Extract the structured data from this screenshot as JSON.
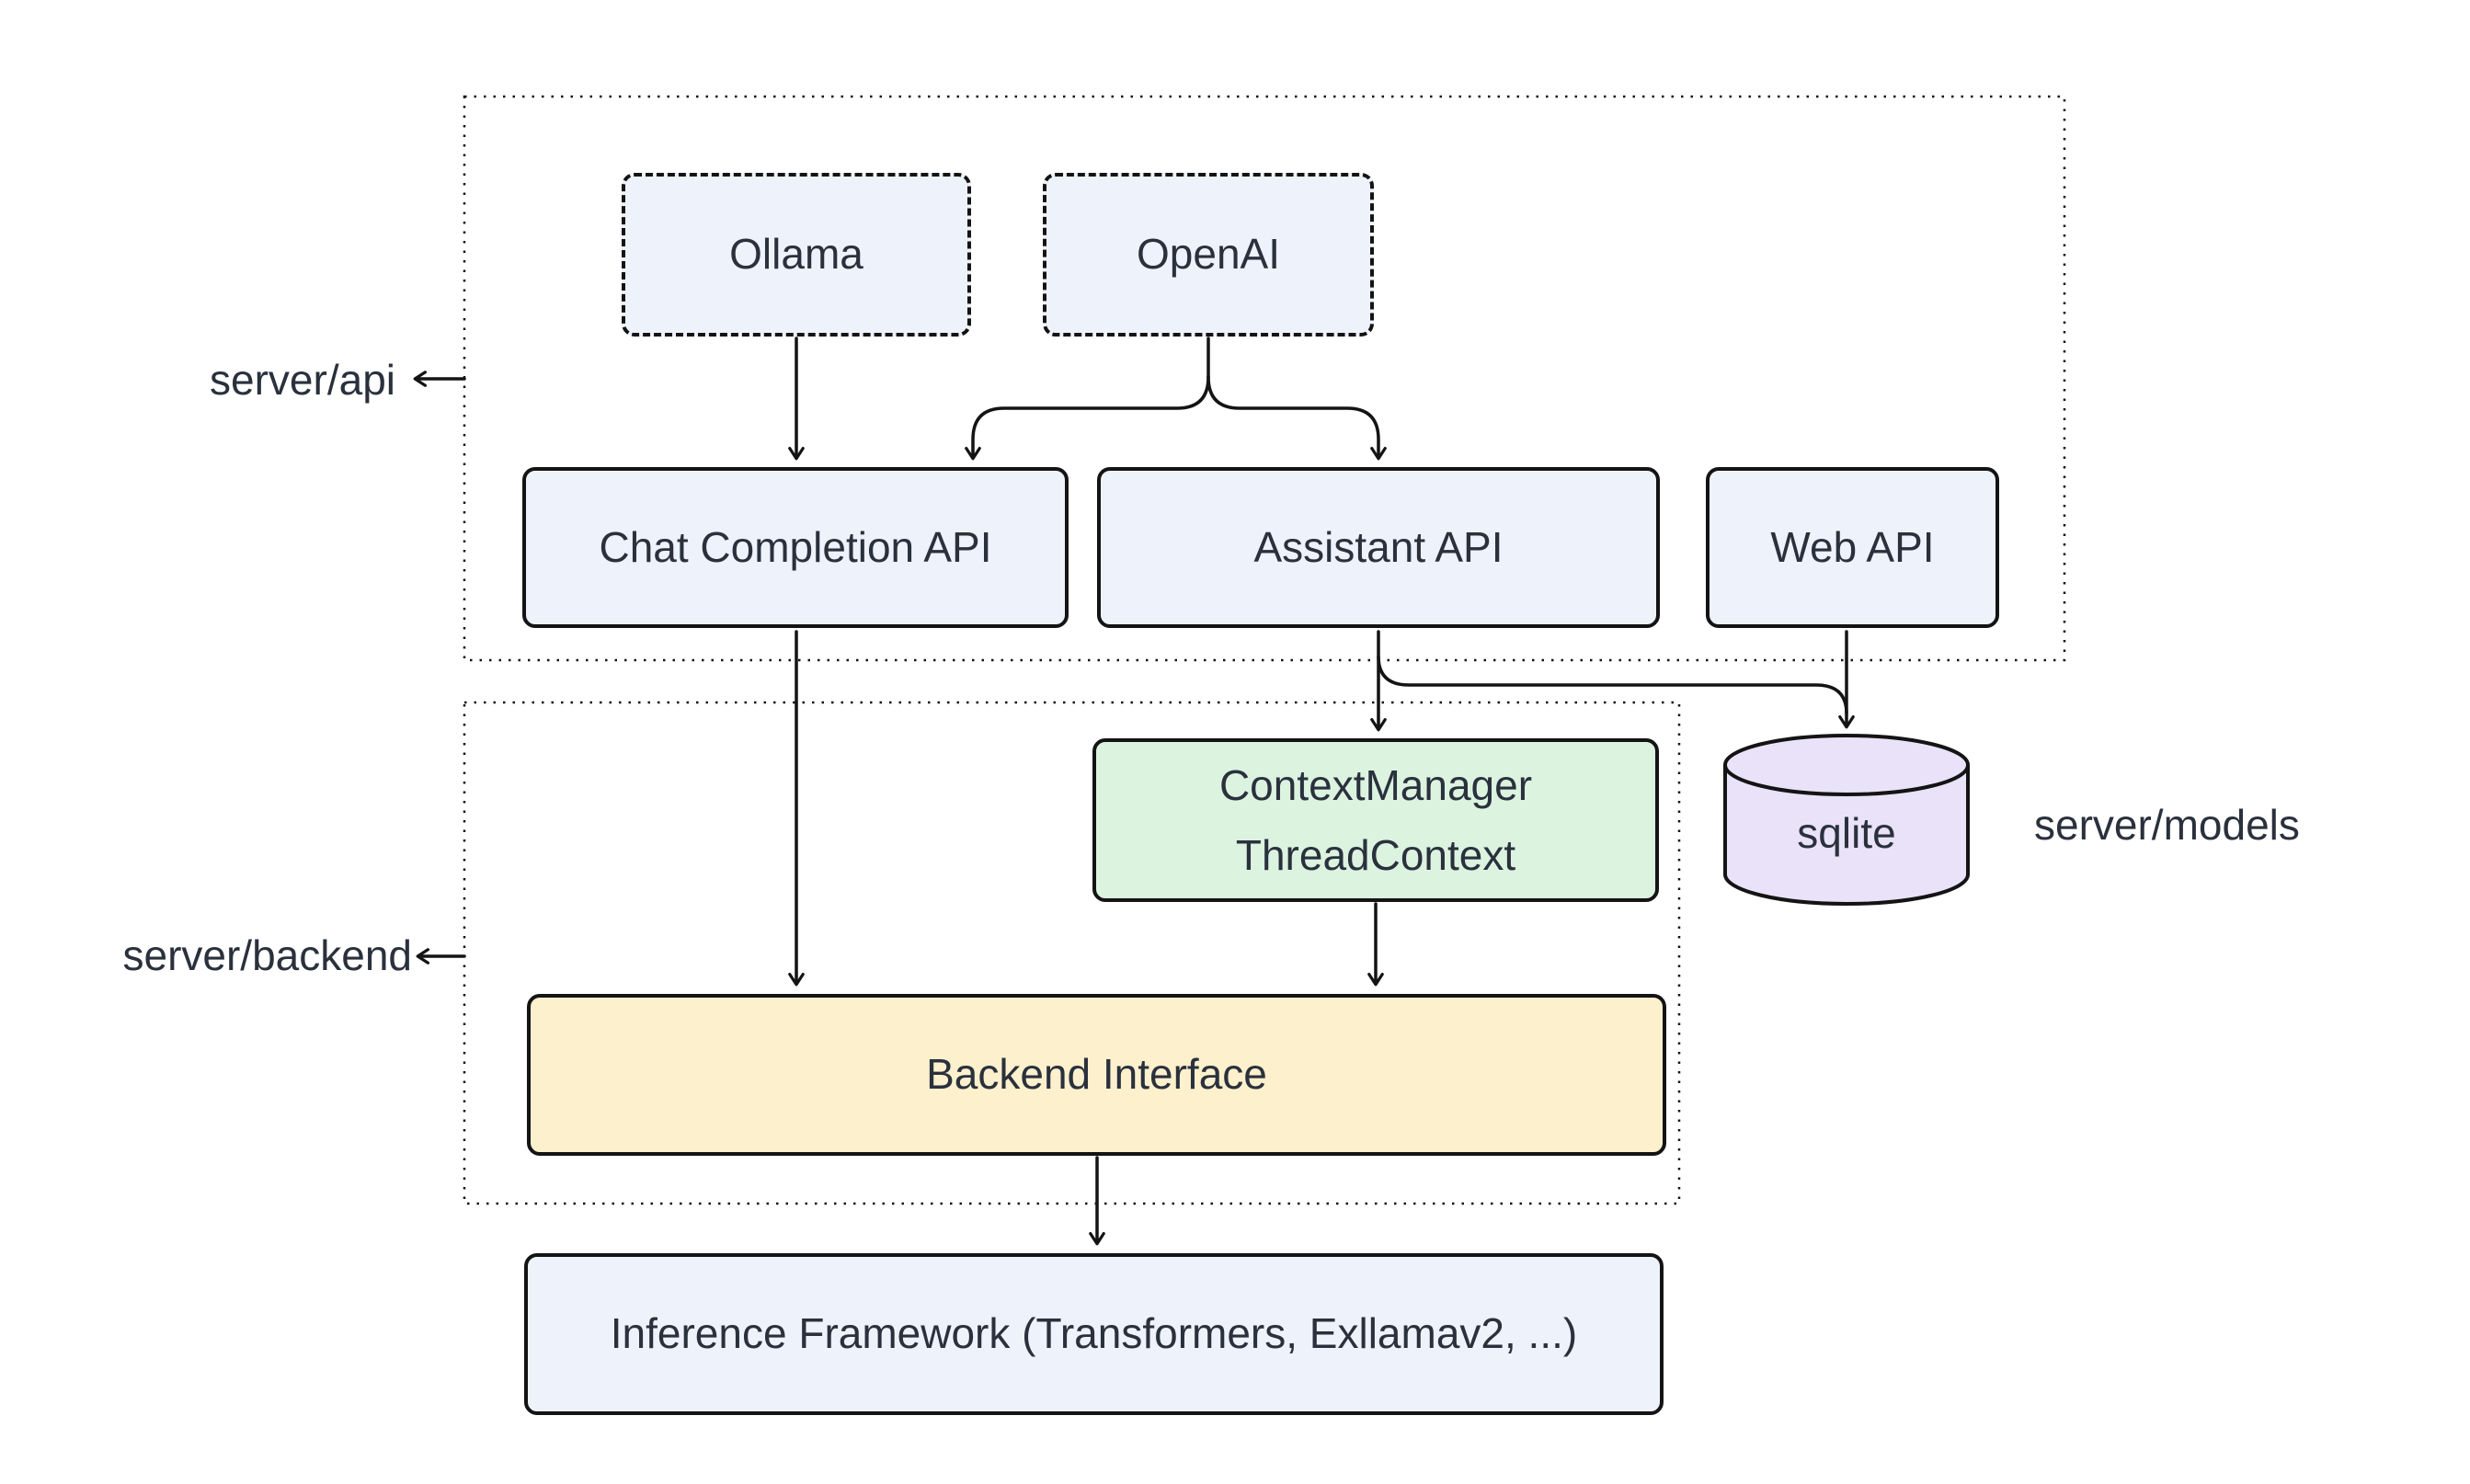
{
  "diagram": {
    "title": "server architecture diagram",
    "group_labels": {
      "api": "server/api",
      "backend": "server/backend",
      "models": "server/models"
    },
    "nodes": {
      "ollama": "Ollama",
      "openai": "OpenAI",
      "chat_completion_api": "Chat Completion API",
      "assistant_api": "Assistant API",
      "web_api": "Web API",
      "context_manager_line1": "ContextManager",
      "context_manager_line2": "ThreadContext",
      "sqlite": "sqlite",
      "backend_interface": "Backend Interface",
      "inference_framework": "Inference Framework (Transformers, Exllamav2, ...)"
    },
    "edges": [
      {
        "from": "Ollama",
        "to": "Chat Completion API"
      },
      {
        "from": "OpenAI",
        "to": "Chat Completion API"
      },
      {
        "from": "OpenAI",
        "to": "Assistant API"
      },
      {
        "from": "Chat Completion API",
        "to": "Backend Interface"
      },
      {
        "from": "Assistant API",
        "to": "ContextManager ThreadContext"
      },
      {
        "from": "Assistant API",
        "to": "sqlite"
      },
      {
        "from": "Web API",
        "to": "sqlite"
      },
      {
        "from": "ContextManager ThreadContext",
        "to": "Backend Interface"
      },
      {
        "from": "Backend Interface",
        "to": "Inference Framework (Transformers, Exllamav2, ...)"
      }
    ],
    "colors": {
      "node-blue": "#eef2fb",
      "node-green": "#dcf3e0",
      "node-purple": "#eae2f8",
      "node-yellow": "#fdf0cd",
      "stroke": "#141414",
      "text": "#2a313d",
      "bg": "#ffffff"
    }
  }
}
